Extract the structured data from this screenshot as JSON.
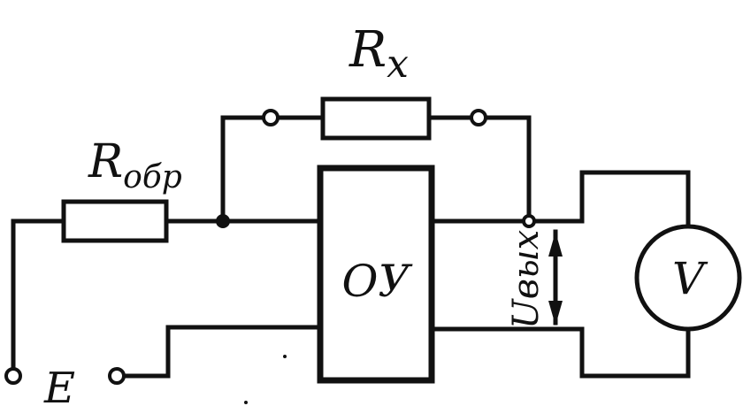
{
  "diagram": {
    "labels": {
      "r_feedback": "R",
      "r_feedback_sub": "обр",
      "r_x": "R",
      "r_x_sub": "x",
      "source": "E",
      "opamp": "ОУ",
      "output_voltage": "Uвых",
      "voltmeter": "V"
    },
    "components": [
      "R обр",
      "R x",
      "ОУ",
      "V"
    ]
  }
}
